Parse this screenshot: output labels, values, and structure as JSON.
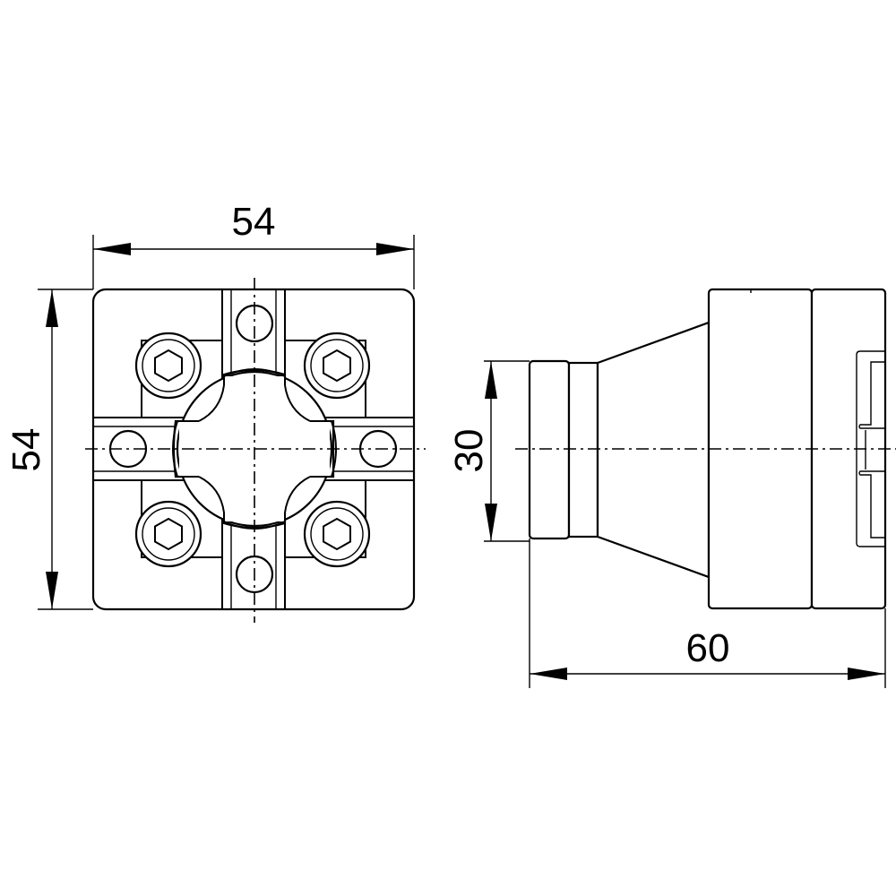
{
  "drawing": {
    "stroke_color": "#000000",
    "background": "#ffffff"
  },
  "dimensions": {
    "front_width": "54",
    "front_height": "54",
    "side_diameter": "30",
    "side_length": "60"
  }
}
